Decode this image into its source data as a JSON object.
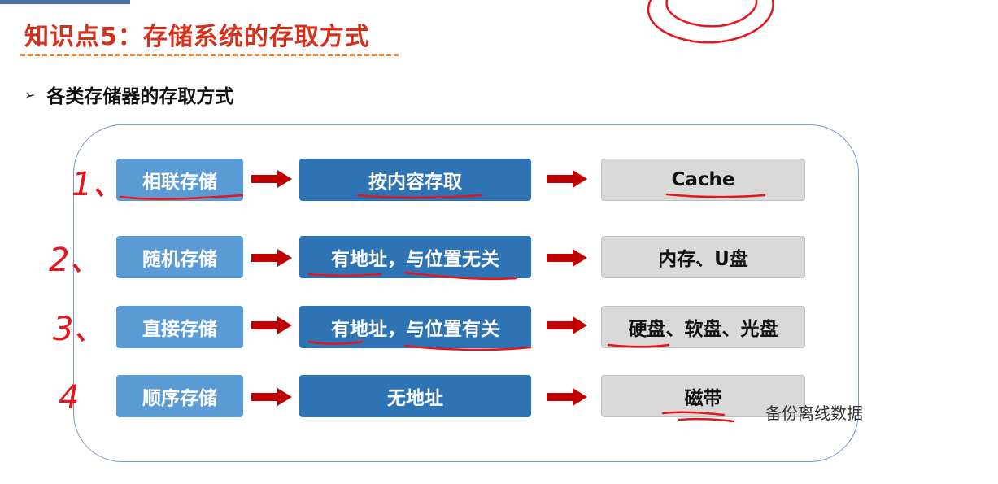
{
  "title": "知识点5：存储系统的存取方式",
  "bullet": "各类存储器的存取方式",
  "rows": [
    {
      "type": "相联存储",
      "rule": "按内容存取",
      "example": "Cache",
      "note": "1、"
    },
    {
      "type": "随机存储",
      "rule": "有地址，与位置无关",
      "example": "内存、U盘",
      "note": "2、"
    },
    {
      "type": "直接存储",
      "rule": "有地址，与位置有关",
      "example": "硬盘、软盘、光盘",
      "note": "3、"
    },
    {
      "type": "顺序存储",
      "rule": "无地址",
      "example": "磁带",
      "note": "4"
    }
  ],
  "watermark": "备份离线数据",
  "colors": {
    "title": "#d4301c",
    "type_box": "#5b9bd5",
    "rule_box": "#2e74b5",
    "example_box": "#d9d9d9",
    "arrow": "#c00000",
    "ink": "#e8141b"
  }
}
